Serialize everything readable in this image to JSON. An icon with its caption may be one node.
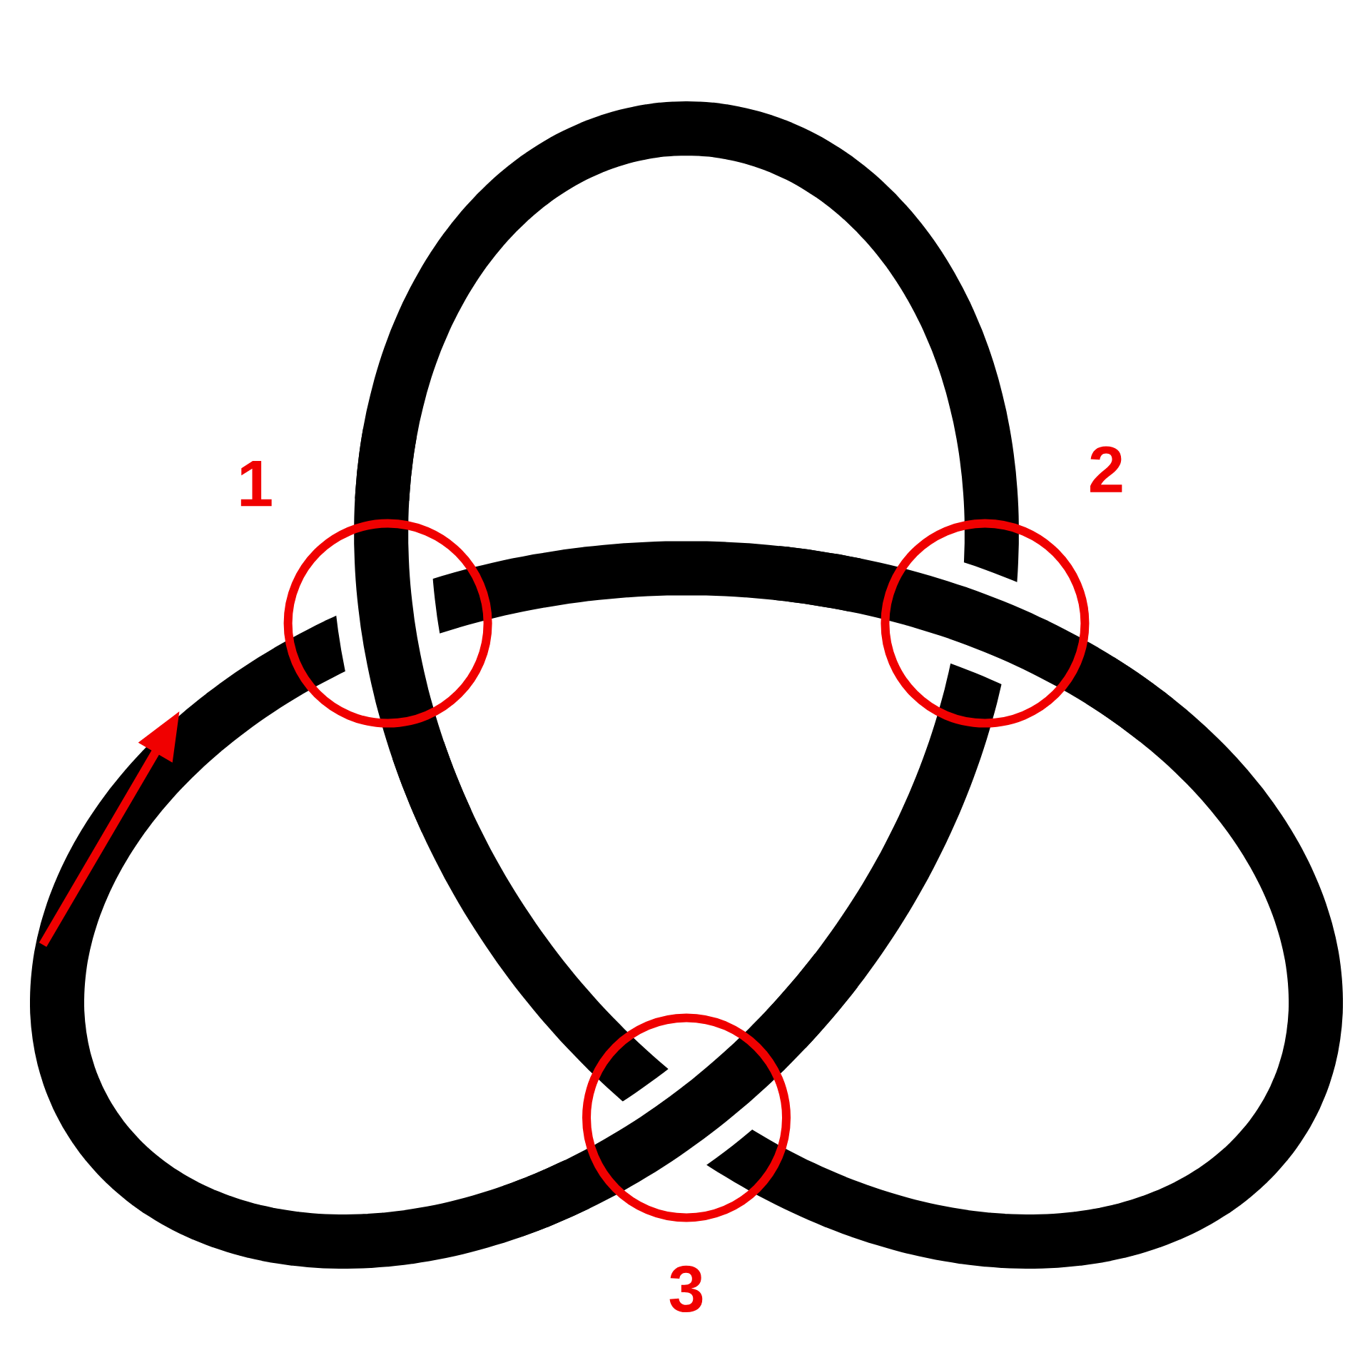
{
  "diagram": {
    "nodes": [
      {
        "text": [],
        "shape": "circle",
        "beside": [
          "1"
        ]
      },
      {
        "text": [],
        "shape": "circle",
        "beside": [
          "2"
        ]
      },
      {
        "text": [],
        "shape": "circle",
        "beside": [
          "3"
        ]
      }
    ]
  }
}
